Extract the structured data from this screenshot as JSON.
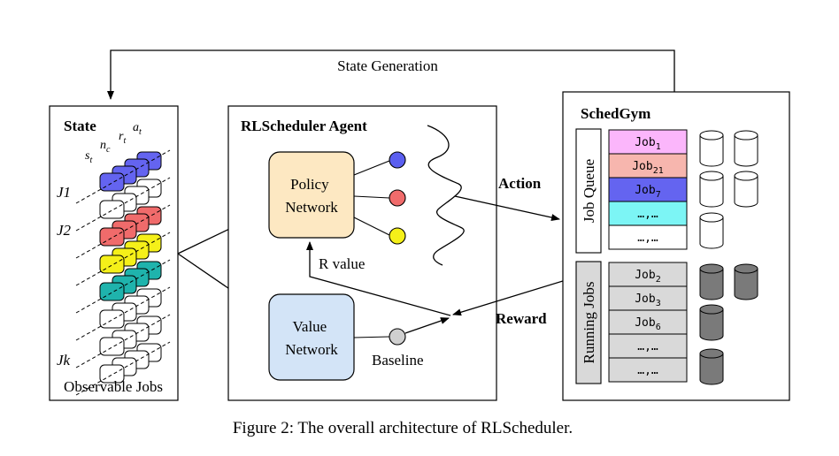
{
  "figure": {
    "caption": "Figure 2: The overall architecture of RLScheduler.",
    "state_generation_label": "State Generation",
    "state_panel": {
      "title": "State",
      "features": {
        "s": "s",
        "s_sub": "t",
        "n": "n",
        "n_sub": "c",
        "r": "r",
        "r_sub": "t",
        "a": "a",
        "a_sub": "t"
      },
      "job_labels": [
        "J1",
        "J2",
        "Jk"
      ],
      "footer": "Observable Jobs"
    },
    "agent": {
      "title": "RLScheduler Agent",
      "policy_network": [
        "Policy",
        "Network"
      ],
      "value_network": [
        "Value",
        "Network"
      ],
      "r_value_label": "R value",
      "baseline_label": "Baseline",
      "output_dot_colors": [
        "#5b5ff0",
        "#f06b6b",
        "#f5f019"
      ]
    },
    "action_label": "Action",
    "reward_label": "Reward",
    "schedgym": {
      "title": "SchedGym",
      "job_queue_label": "Job Queue",
      "running_jobs_label": "Running Jobs",
      "queue": [
        {
          "base": "Job",
          "sub": "1",
          "color": "#fbb6fb"
        },
        {
          "base": "Job",
          "sub": "21",
          "color": "#f7b6ae"
        },
        {
          "base": "Job",
          "sub": "7",
          "color": "#6464f0"
        },
        {
          "base": "…,…",
          "sub": "",
          "color": "#7cf5f5"
        },
        {
          "base": "…,…",
          "sub": "",
          "color": "#ffffff"
        }
      ],
      "running": [
        {
          "base": "Job",
          "sub": "2"
        },
        {
          "base": "Job",
          "sub": "3"
        },
        {
          "base": "Job",
          "sub": "6"
        },
        {
          "base": "…,…",
          "sub": ""
        },
        {
          "base": "…,…",
          "sub": ""
        }
      ]
    },
    "colors": {
      "policy_fill": "#fde8c2",
      "value_fill": "#d3e4f7",
      "blue_job": "#6464f0",
      "red_job": "#f06b6b",
      "yellow_job": "#f5f019",
      "teal_job": "#1fb3ac",
      "running_fill": "#d9d9d9",
      "busy_node": "#7a7a7a"
    }
  }
}
